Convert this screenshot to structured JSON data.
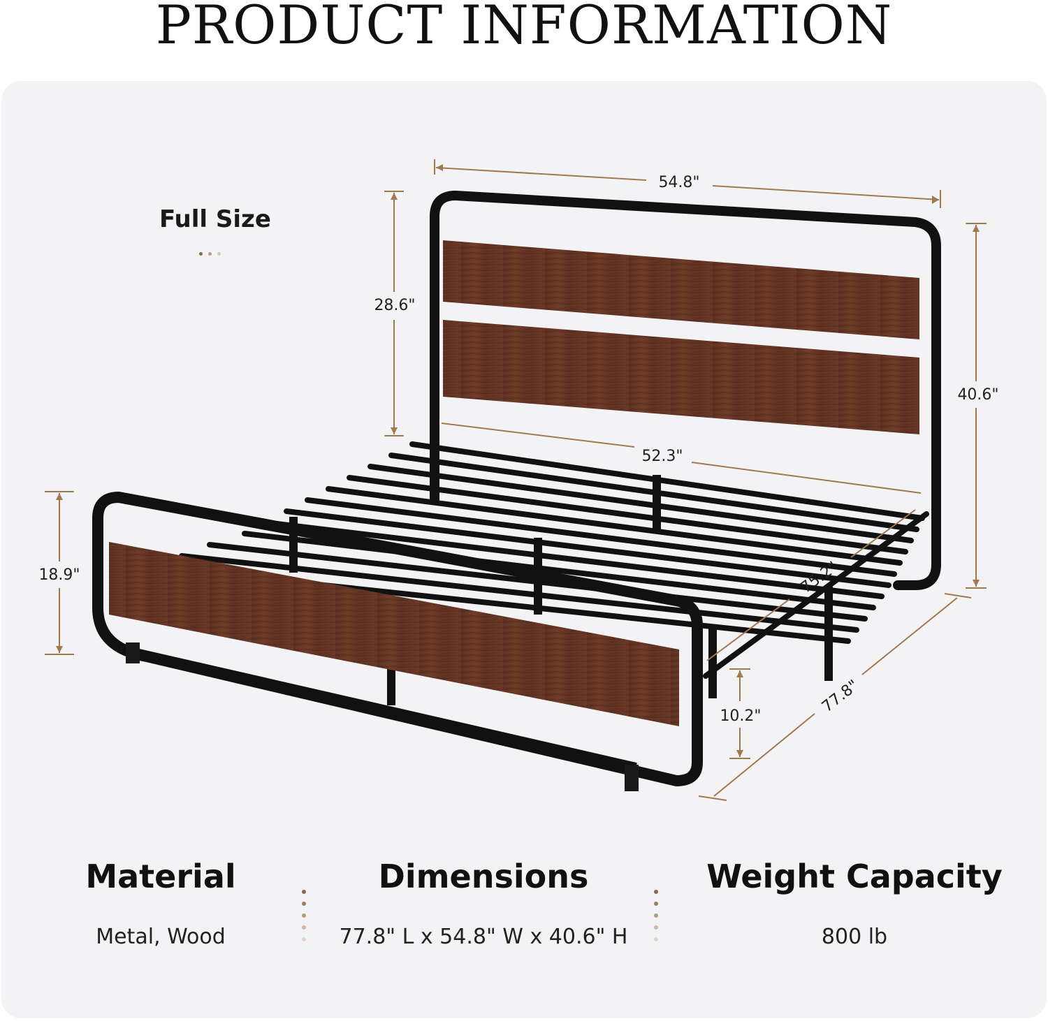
{
  "title": "PRODUCT INFORMATION",
  "size": "Full Size",
  "accent_color": "#a07a4e",
  "dimensions": {
    "top_width": "54.8\"",
    "headboard_panel_height": "28.6\"",
    "total_height": "40.6\"",
    "inner_width": "52.3\"",
    "inner_length": "75.2\"",
    "footboard_height": "18.9\"",
    "clearance": "10.2\"",
    "total_length": "77.8\""
  },
  "specs": [
    {
      "heading": "Material",
      "value": "Metal, Wood"
    },
    {
      "heading": "Dimensions",
      "value": "77.8\" L x 54.8\" W x 40.6\" H"
    },
    {
      "heading": "Weight Capacity",
      "value": "800 lb"
    }
  ]
}
